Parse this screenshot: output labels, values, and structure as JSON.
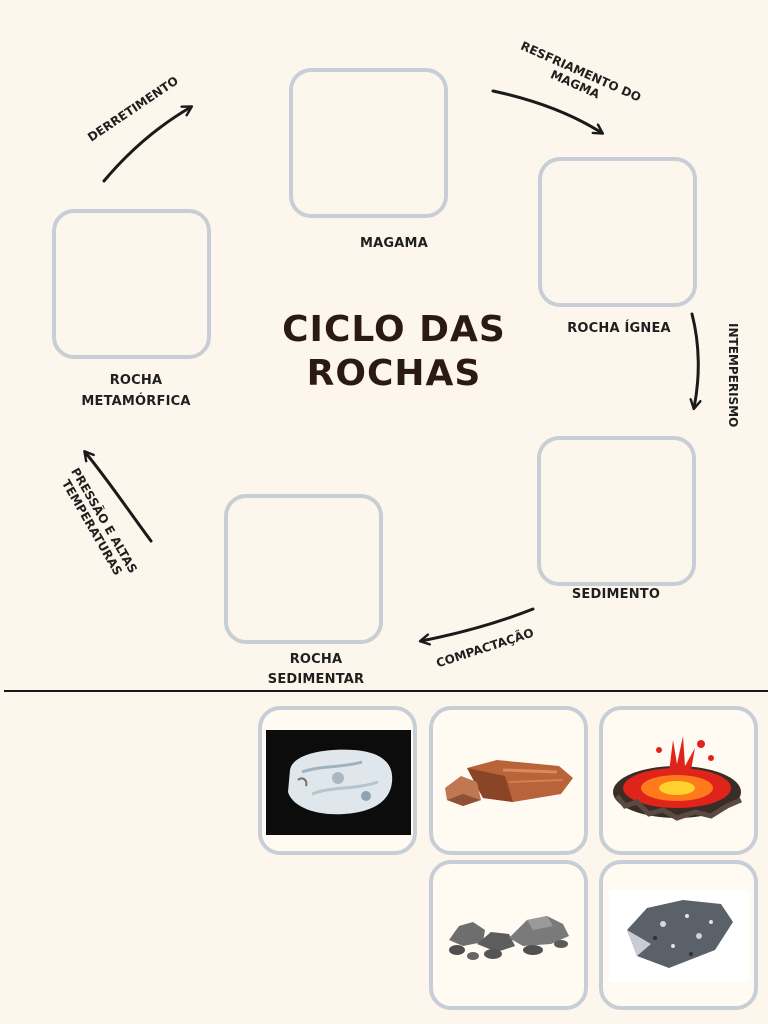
{
  "diagram": {
    "title_line1": "CICLO DAS",
    "title_line2": "ROCHAS",
    "stages": {
      "magma": "MAGAMA",
      "ignea": "ROCHA ÍGNEA",
      "sedimento": "SEDIMENTO",
      "sedimentar_line1": "ROCHA",
      "sedimentar_line2": "SEDIMENTAR",
      "metamorfica_line1": "ROCHA",
      "metamorfica_line2": "METAMÓRFICA"
    },
    "processes": {
      "resfriamento_line1": "RESFRIAMENTO DO",
      "resfriamento_line2": "MAGMA",
      "intemperismo": "INTEMPERISMO",
      "compactacao": "COMPACTAÇÃO",
      "pressao_line1": "PRESSÃO E ALTAS",
      "pressao_line2": "TEMPERATURAS",
      "derretimento": "DERRETIMENTO"
    }
  },
  "colors": {
    "background": "#fdf6ec",
    "box_border": "#c8ced6",
    "title": "#2b1a12"
  },
  "cards": [
    {
      "icon": "white-marble-rock-icon"
    },
    {
      "icon": "brown-sandstone-rock-icon"
    },
    {
      "icon": "lava-magma-icon"
    },
    {
      "icon": "gray-sediment-pebbles-icon"
    },
    {
      "icon": "gray-granite-rock-icon"
    }
  ]
}
